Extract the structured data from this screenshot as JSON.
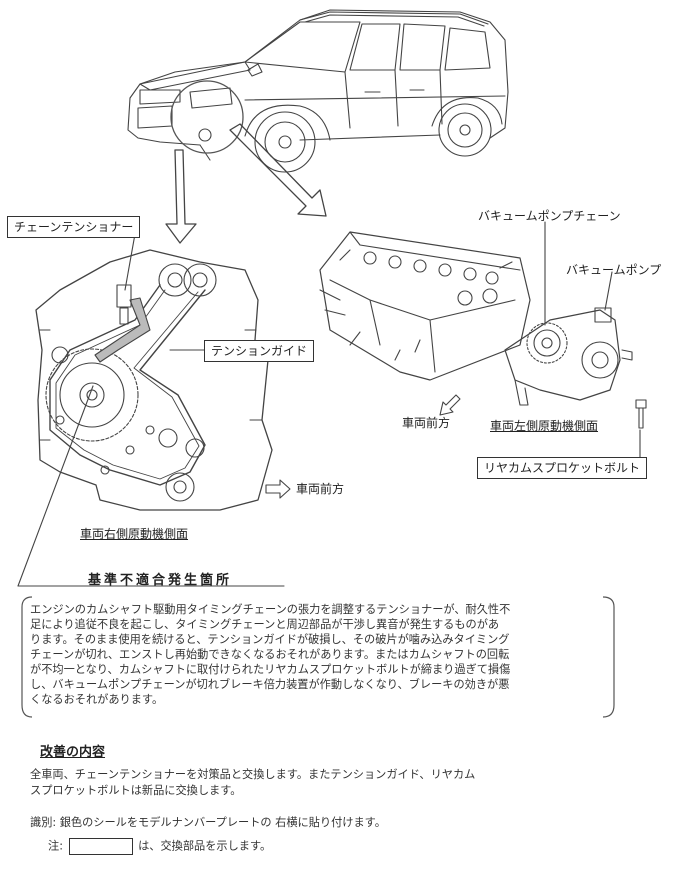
{
  "labels": {
    "chain_tensioner": "チェーンテンショナー",
    "tension_guide": "テンションガイド",
    "vacuum_pump_chain": "バキュームポンプチェーン",
    "vacuum_pump": "バキュームポンプ",
    "rear_cam_sprocket_bolt": "リヤカムスプロケットボルト",
    "vehicle_front_left": "車両前方",
    "vehicle_front_right": "車両前方",
    "right_side_engine": "車両右側原動機側面",
    "left_side_engine": "車両左側原動機側面"
  },
  "defect": {
    "title": "基準不適合発生箇所",
    "lines": [
      "エンジンのカムシャフト駆動用タイミングチェーンの張力を調整するテンショナーが、耐久性不",
      "足により追従不良を起こし、タイミングチェーンと周辺部品が干渉し異音が発生するものがあ",
      "ります。そのまま使用を続けると、テンションガイドが破損し、その破片が噛み込みタイミング",
      "チェーンが切れ、エンストし再始動できなくなるおそれがあります。またはカムシャフトの回転",
      "が不均一となり、カムシャフトに取付けられたリヤカムスプロケットボルトが締まり過ぎて損傷",
      "し、バキュームポンプチェーンが切れブレーキ倍力装置が作動しなくなり、ブレーキの効きが悪",
      "くなるおそれがあります。"
    ]
  },
  "improvement": {
    "title": "改善の内容",
    "lines": [
      "全車両、チェーンテンショナーを対策品と交換します。またテンションガイド、リヤカム",
      "スプロケットボルトは新品に交換します。"
    ],
    "identification": "識別: 銀色のシールをモデルナンバープレートの 右横に貼り付けます。",
    "note_prefix": "注:",
    "note_suffix": "は、交換部品を示します。"
  }
}
